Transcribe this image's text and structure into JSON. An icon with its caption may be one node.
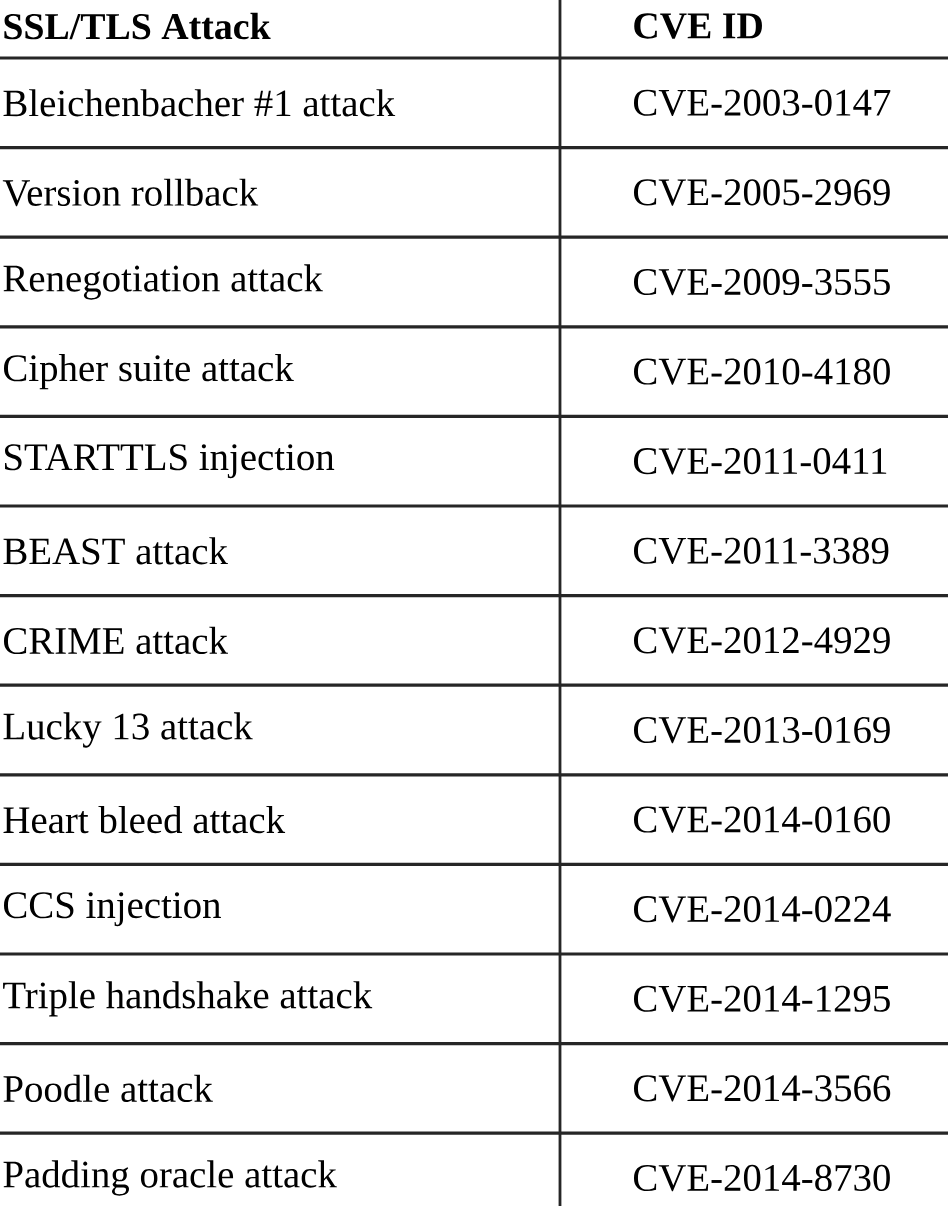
{
  "diagram": {
    "labels": [
      "SSL/TLS Attack",
      "CVE ID",
      "Bleichenbacher #1 attack",
      "CVE-2003-0147",
      "Version rollback",
      "CVE-2005-2969",
      "Renegotiation attack",
      "CVE-2009-3555",
      "Cipher suite attack",
      "CVE-2010-4180",
      "STARTTLS injection",
      "CVE-2011-0411",
      "BEAST attack",
      "CVE-2011-3389",
      "CRIME attack",
      "CVE-2012-4929",
      "Lucky 13 attack",
      "CVE-2013-0169",
      "Heart bleed attack",
      "CVE-2014-0160",
      "CCS injection",
      "CVE-2014-0224",
      "Triple handshake attack",
      "CVE-2014-1295",
      "Poodle attack",
      "CVE-2014-3566",
      "Padding oracle attack",
      "CVE-2014-8730"
    ]
  }
}
